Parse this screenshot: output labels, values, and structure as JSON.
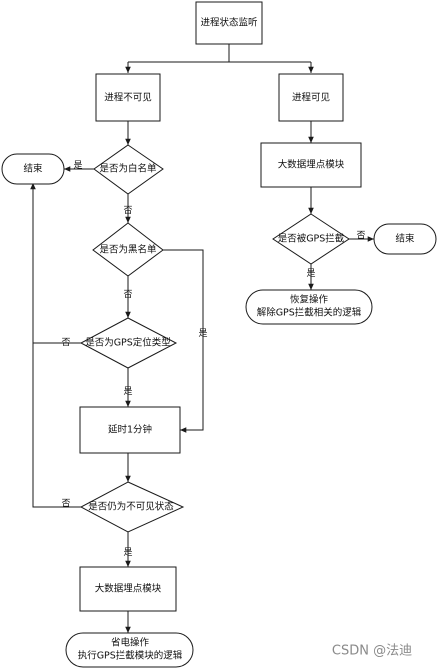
{
  "nodes": {
    "start": "进程状态监听",
    "invisible": "进程不可见",
    "visible": "进程可见",
    "whitelist": "是否为白名单",
    "end_left": "结束",
    "blacklist": "是否为黑名单",
    "gps_type": "是否为GPS定位类型",
    "delay": "延时1分钟",
    "still_invisible": "是否仍为不可见状态",
    "bigdata_left": "大数据埋点模块",
    "power_saving": {
      "line1": "省电操作",
      "line2": "执行GPS拦截模块的逻辑"
    },
    "bigdata_right": "大数据埋点模块",
    "gps_intercepted": "是否被GPS拦截",
    "end_right": "结束",
    "restore": {
      "line1": "恢复操作",
      "line2": "解除GPS拦截相关的逻辑"
    }
  },
  "edge_labels": {
    "whitelist_yes": "是",
    "whitelist_no": "否",
    "blacklist_no": "否",
    "blacklist_yes": "是",
    "gps_no": "否",
    "gps_yes": "是",
    "still_no": "否",
    "still_yes": "是",
    "intercept_no": "否",
    "intercept_yes": "是"
  },
  "watermark": "CSDN @法迪",
  "colors": {
    "line": "#1a1a1a",
    "fill": "#ffffff",
    "watermark": "#8a8a8a"
  }
}
